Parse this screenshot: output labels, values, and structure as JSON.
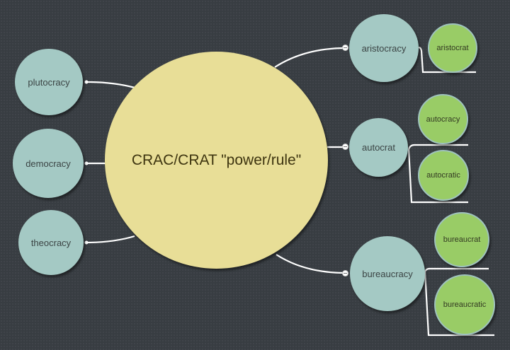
{
  "colors": {
    "background": "#383d42",
    "center_node": "#e8de97",
    "branch_node": "#a4c9c4",
    "leaf_node": "#99cc66",
    "connector": "#ffffff"
  },
  "center": {
    "label": "CRAC/CRAT \"power/rule\""
  },
  "left_branches": [
    {
      "label": "plutocracy"
    },
    {
      "label": "democracy"
    },
    {
      "label": "theocracy"
    }
  ],
  "right_branches": [
    {
      "label": "aristocracy",
      "children": [
        {
          "label": "aristocrat"
        }
      ]
    },
    {
      "label": "autocrat",
      "children": [
        {
          "label": "autocracy"
        },
        {
          "label": "autocratic"
        }
      ]
    },
    {
      "label": "bureaucracy",
      "children": [
        {
          "label": "bureaucrat"
        },
        {
          "label": "bureaucratic"
        }
      ]
    }
  ]
}
